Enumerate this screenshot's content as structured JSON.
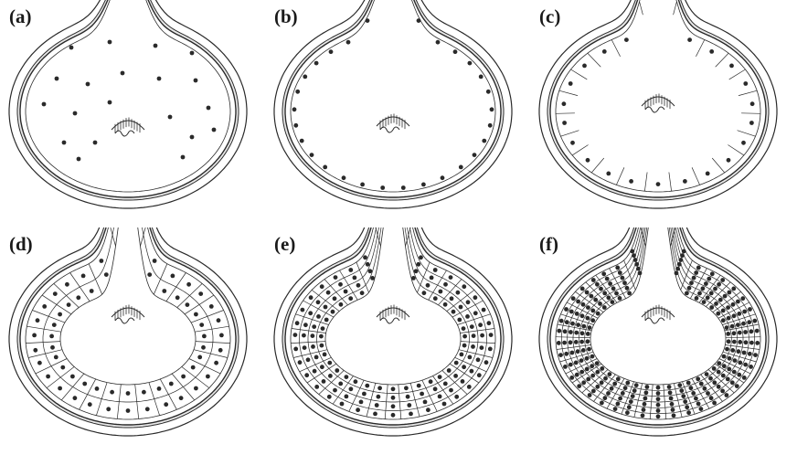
{
  "colors": {
    "ink": "#2a2a2a",
    "coat": "#e8e8e8",
    "background": "#ffffff"
  },
  "panels": [
    {
      "label": "(a)",
      "stage": "free-nuclear",
      "walls": "none"
    },
    {
      "label": "(b)",
      "stage": "parietal-nuclei",
      "walls": "none"
    },
    {
      "label": "(c)",
      "stage": "anticlinal-walls",
      "walls": "radial"
    },
    {
      "label": "(d)",
      "stage": "one-cell-layer",
      "walls": "one-layer"
    },
    {
      "label": "(e)",
      "stage": "several-cell-layers",
      "walls": "multi-layer"
    },
    {
      "label": "(f)",
      "stage": "cellular",
      "walls": "full"
    }
  ]
}
